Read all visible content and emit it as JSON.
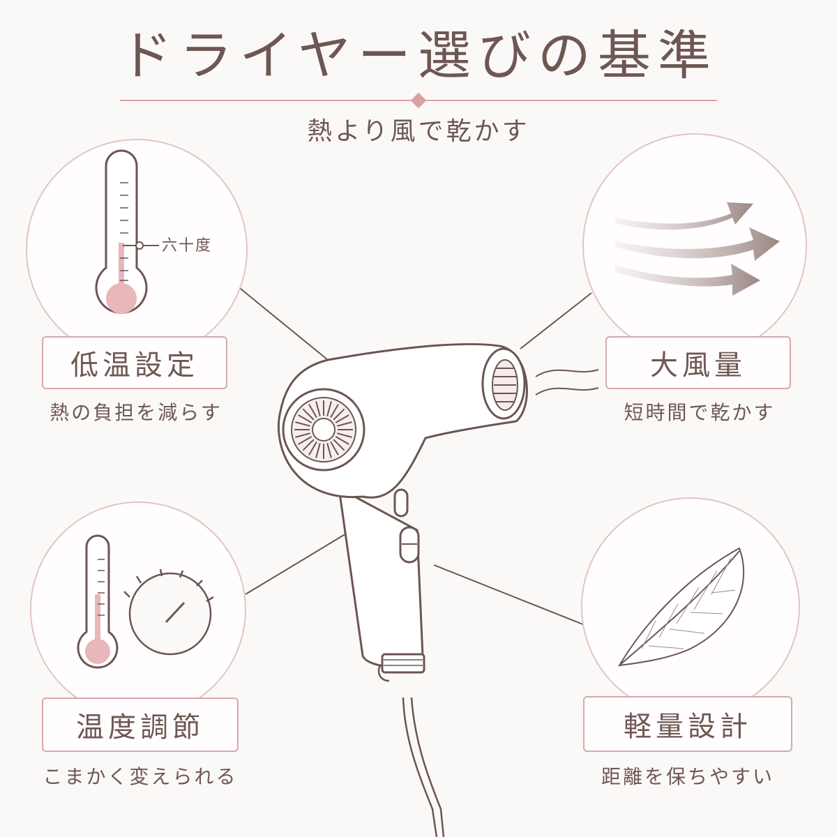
{
  "title": "ドライヤー選びの基準",
  "subtitle": "熱より風で乾かす",
  "colors": {
    "accent": "#d8a2a6",
    "line": "#6b5552",
    "circle_border": "#e2c4c5",
    "text": "#6e5753"
  },
  "features": {
    "low_temp": {
      "label": "低温設定",
      "caption": "熱の負担を減らす",
      "thermometer_mark": "六十度",
      "icon": "thermometer-icon"
    },
    "airflow": {
      "label": "大風量",
      "caption": "短時間で乾かす",
      "icon": "wind-arrows-icon"
    },
    "temp_control": {
      "label": "温度調節",
      "caption": "こまかく変えられる",
      "icon": "temperature-dial-icon"
    },
    "lightweight": {
      "label": "軽量設計",
      "caption": "距離を保ちやすい",
      "icon": "feather-icon"
    }
  },
  "center_icon": "hair-dryer-icon"
}
